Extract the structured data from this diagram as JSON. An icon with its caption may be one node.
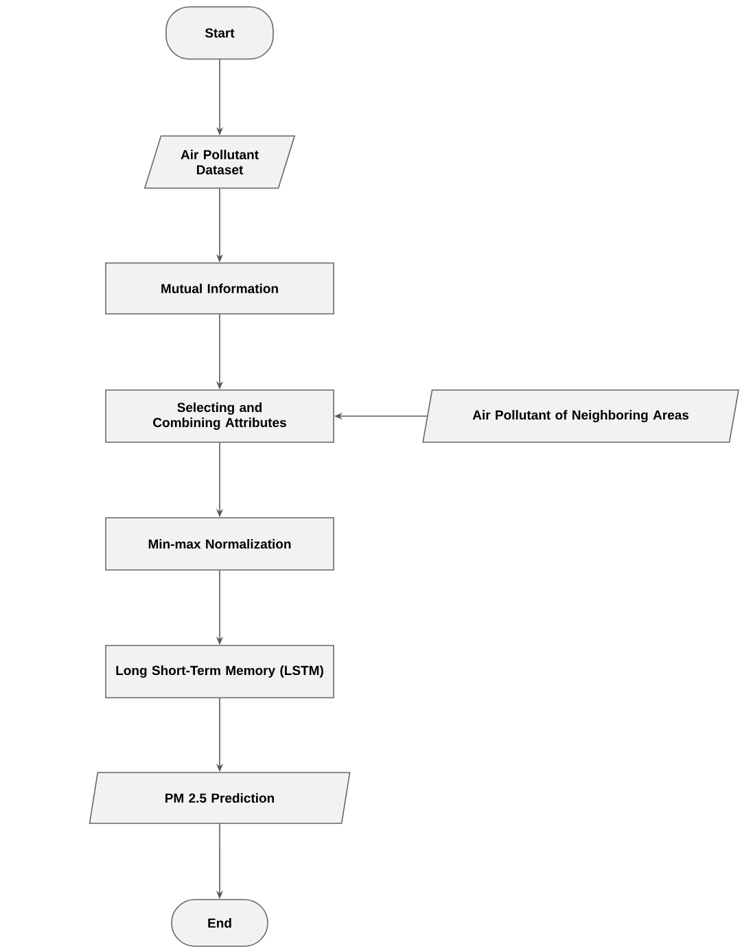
{
  "diagram": {
    "nodes": [
      {
        "text": [
          "Start"
        ]
      },
      {
        "text": [
          "Air Pollutant Dataset"
        ]
      },
      {
        "text": [
          "Mutual Information"
        ]
      },
      {
        "text": [
          "Selecting and Combining Attributes"
        ]
      },
      {
        "text": [
          "Air Pollutant of Neighboring Areas"
        ]
      },
      {
        "text": [
          "Min-max Normalization"
        ]
      },
      {
        "text": [
          "Long Short-Term Memory (LSTM)"
        ]
      },
      {
        "text": [
          "PM 2.5 Prediction"
        ]
      },
      {
        "text": [
          "End"
        ]
      }
    ],
    "edges": [
      {
        "from": 0,
        "to": 1,
        "arrow": "to"
      },
      {
        "from": 1,
        "to": 2,
        "arrow": "to"
      },
      {
        "from": 2,
        "to": 3,
        "arrow": "to"
      },
      {
        "from": 4,
        "to": 3,
        "arrow": "to"
      },
      {
        "from": 3,
        "to": 5,
        "arrow": "to"
      },
      {
        "from": 5,
        "to": 6,
        "arrow": "to"
      },
      {
        "from": 6,
        "to": 7,
        "arrow": "to"
      },
      {
        "from": 7,
        "to": 8,
        "arrow": "to"
      }
    ]
  }
}
